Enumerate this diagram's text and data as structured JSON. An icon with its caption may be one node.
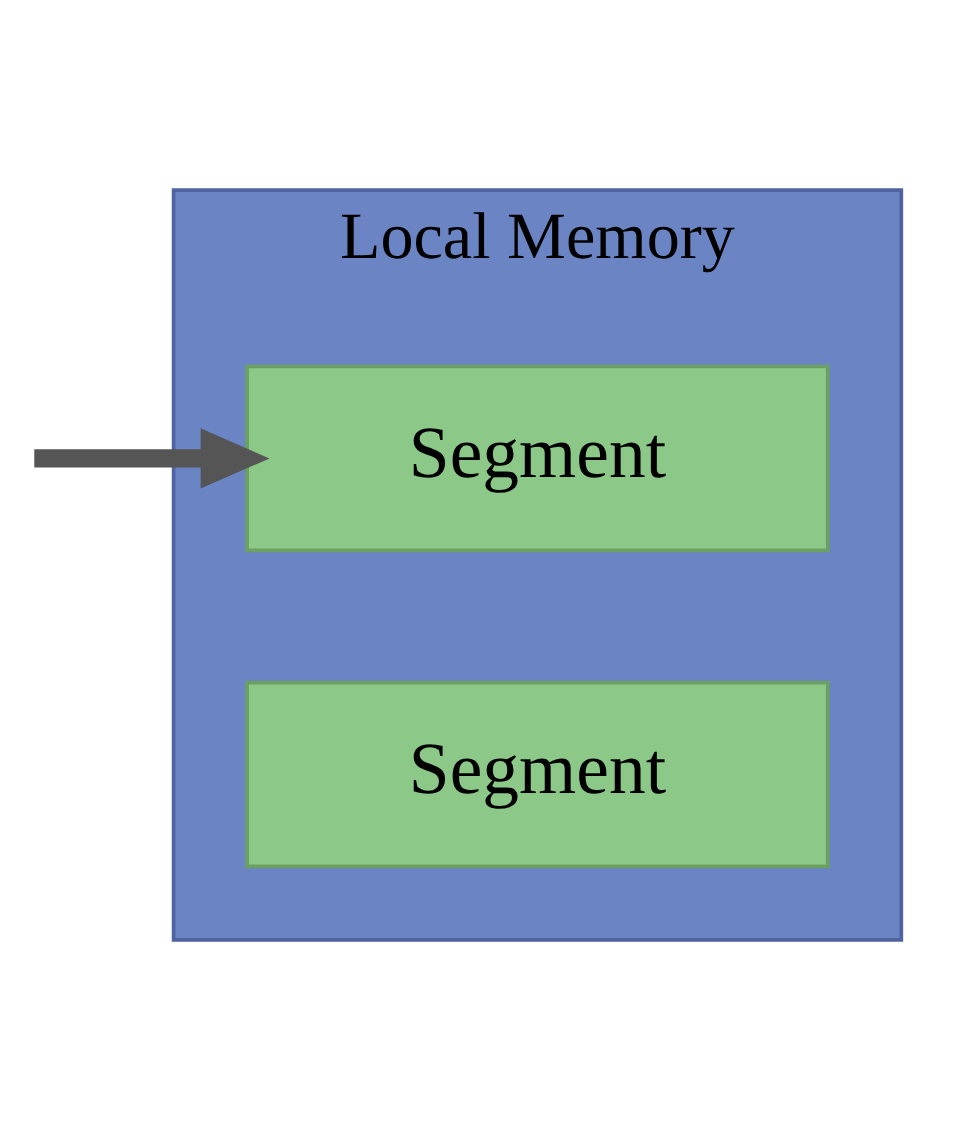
{
  "diagram": {
    "nodes": [
      {
        "text": [
          "Local Memory"
        ]
      },
      {
        "text": [
          "Segment"
        ],
        "in": 0
      },
      {
        "text": [
          "Segment"
        ],
        "in": 0
      }
    ],
    "edges": [
      {
        "from": null,
        "to": 1,
        "arrow": "to"
      }
    ]
  }
}
